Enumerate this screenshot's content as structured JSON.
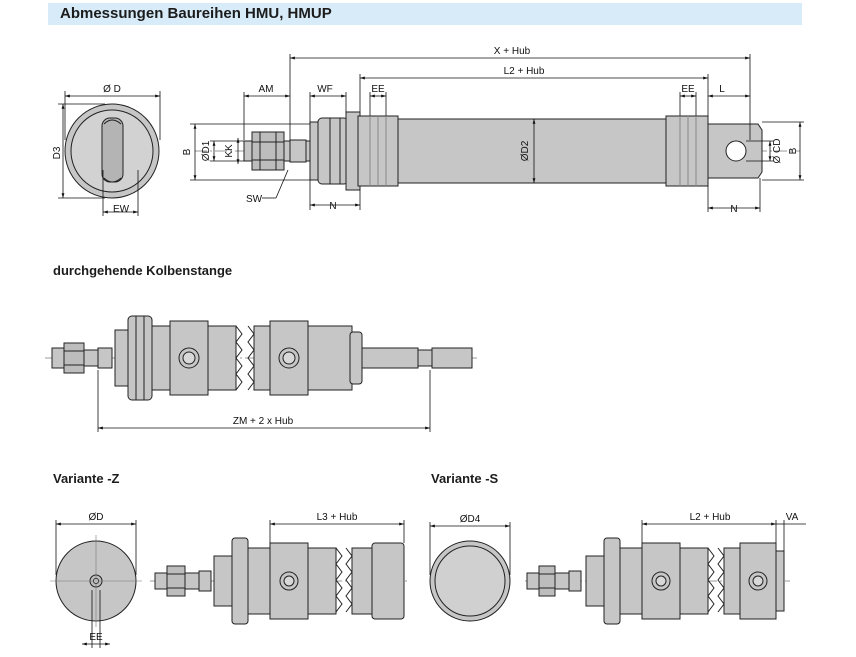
{
  "header": {
    "title": "Abmessungen Baureihen HMU, HMUP"
  },
  "sections": {
    "through_rod": "durchgehende Kolbenstange",
    "variant_z": "Variante -Z",
    "variant_s": "Variante -S"
  },
  "labels": {
    "phi_d": "Ø D",
    "d3": "D3",
    "ew": "EW",
    "am": "AM",
    "wf": "WF",
    "ee": "EE",
    "x_hub": "X + Hub",
    "l2_hub": "L2 + Hub",
    "l": "L",
    "b": "B",
    "phi_d1": "ØD1",
    "kk": "KK",
    "phi_d2": "ØD2",
    "phi_cd": "Ø CD",
    "sw": "SW",
    "n": "N",
    "zm": "ZM + 2 x Hub",
    "phi_d_z": "ØD",
    "ee_z": "EE",
    "l3_hub": "L3 + Hub",
    "phi_d4": "ØD4",
    "l2_hub_s": "L2 + Hub",
    "va": "VA"
  },
  "colors": {
    "body": "#c6c6c6",
    "body_dark": "#9a9a9a",
    "line": "#222222",
    "title_bg": "#d8ebf8"
  }
}
